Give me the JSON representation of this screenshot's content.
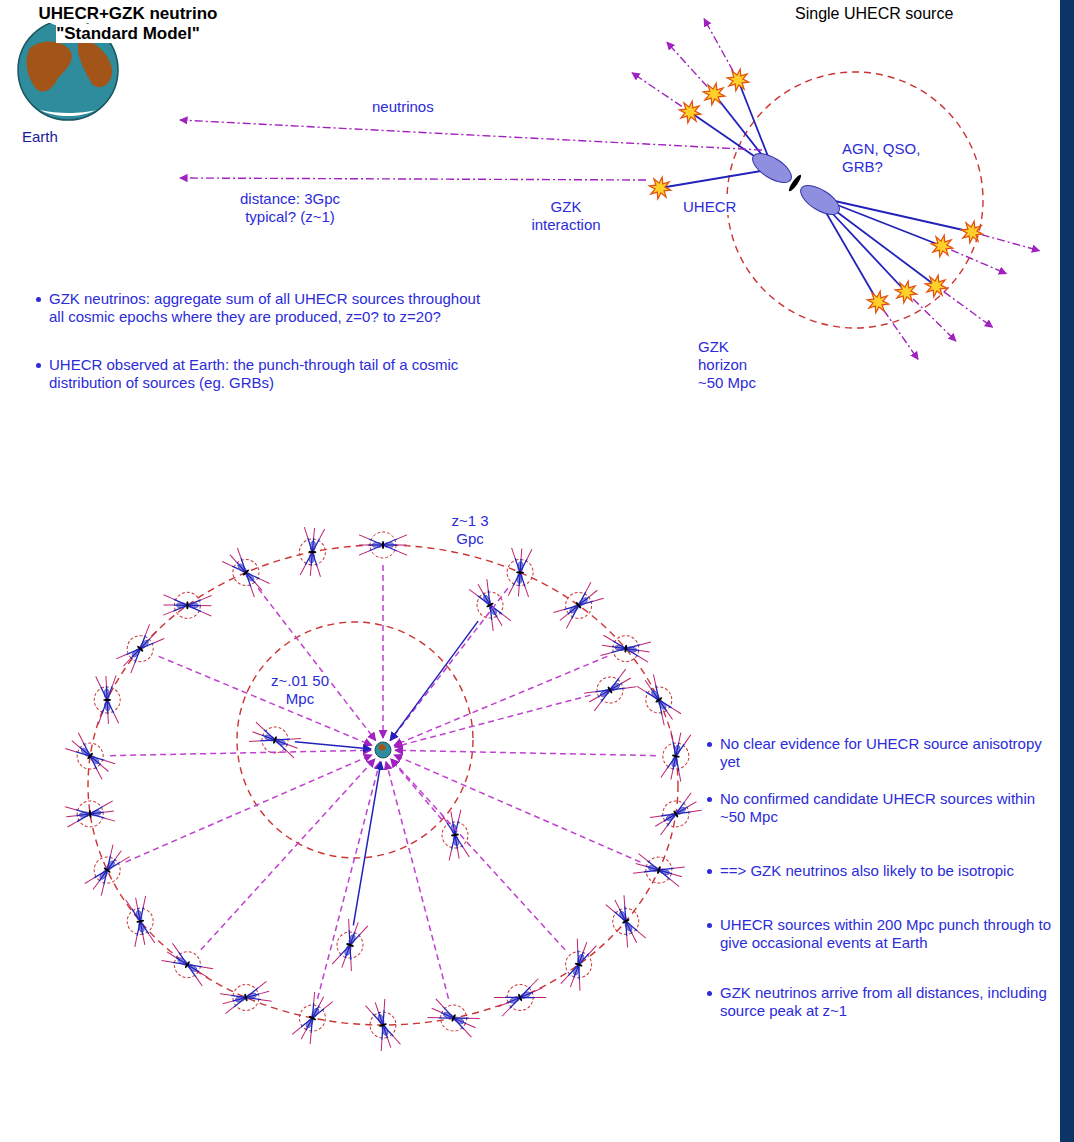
{
  "diagram": {
    "title": "UHECR+GZK neutrino \"Standard Model\"",
    "labels": [
      "Single UHECR source",
      "neutrinos",
      "AGN, QSO, GRB?",
      "UHECR",
      "distance: 3Gpc typical? (z~1)",
      "GZK interaction",
      "Earth",
      "GZK horizon ~50 Mpc",
      "GZK neutrinos: aggregate sum of all UHECR sources throughout all cosmic epochs where they are produced, z=0? to z=20?",
      "UHECR observed at Earth: the punch-through tail of a cosmic distribution of sources (eg. GRBs)",
      "z~1 3 Gpc",
      "z~.01 50 Mpc",
      "No clear evidence for UHECR source anisotropy yet",
      "No confirmed candidate UHECR sources within ~50 Mpc",
      "==> GZK neutrinos also likely to be isotropic",
      "UHECR sources within 200 Mpc punch through to give occasional events at Earth",
      "GZK neutrinos arrive from all distances, including source peak at z~1"
    ]
  }
}
